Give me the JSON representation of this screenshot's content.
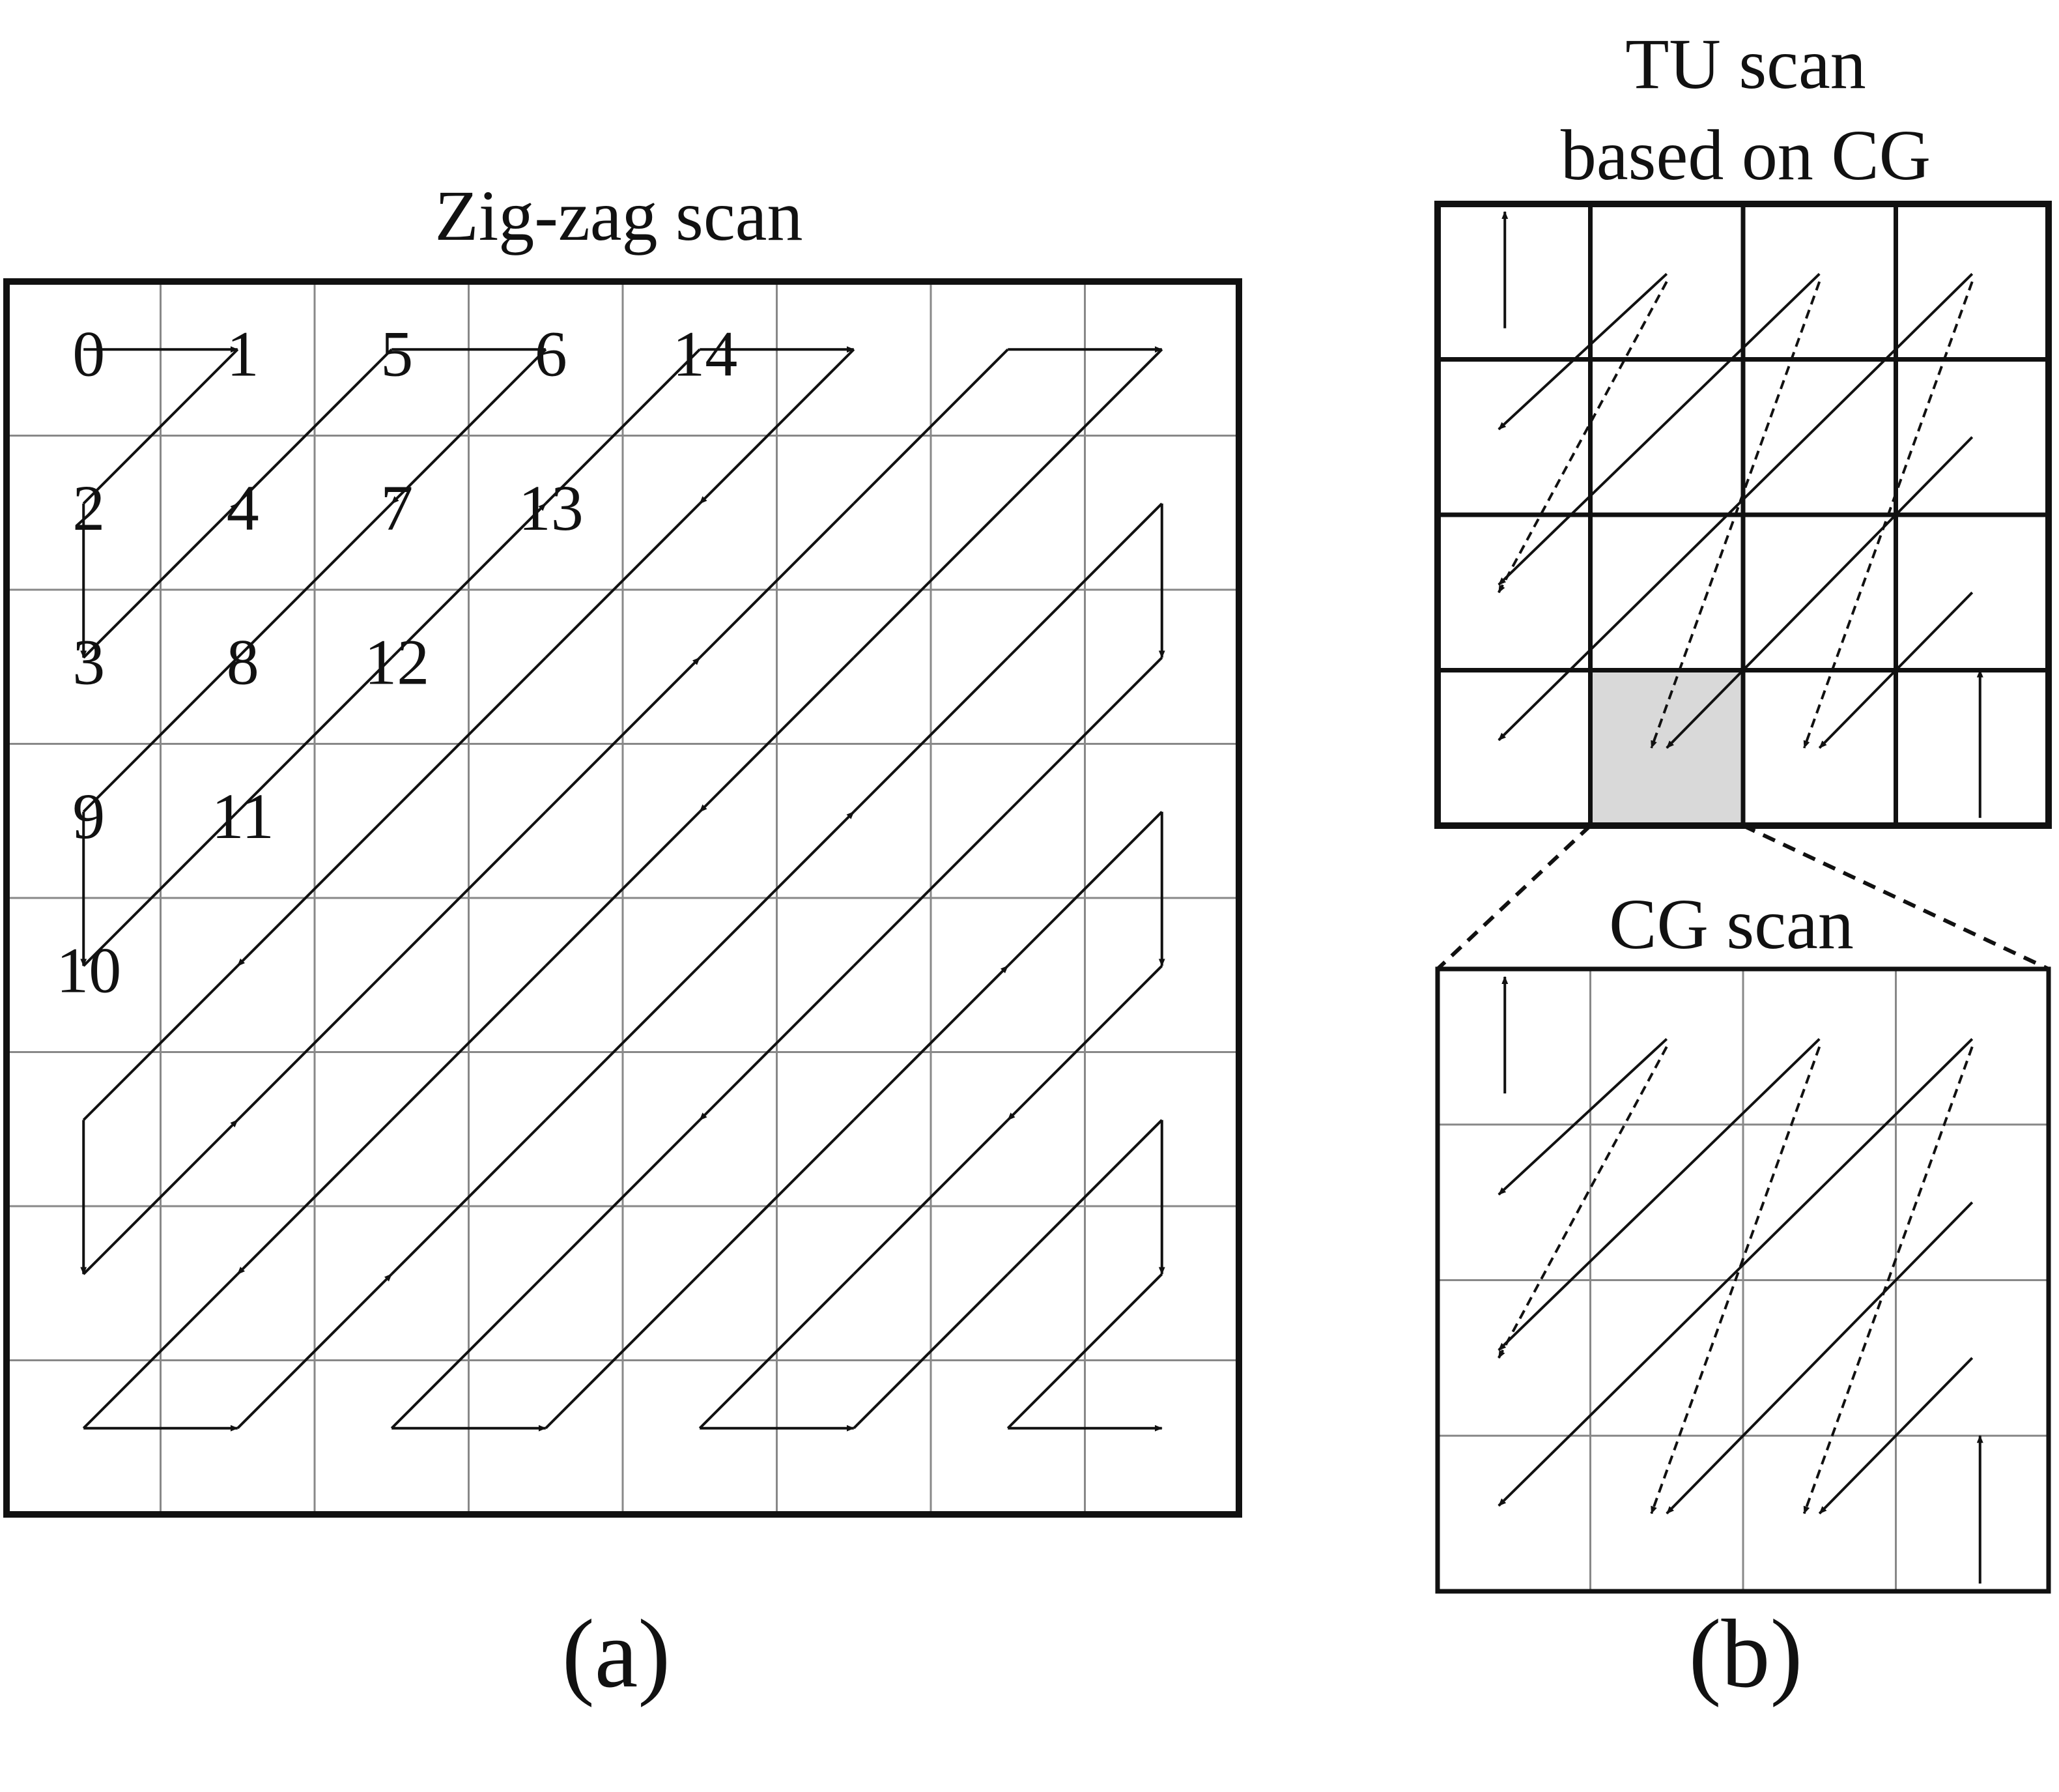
{
  "panel_a": {
    "title": "Zig-zag scan",
    "caption": "(a)",
    "grid_size": 8,
    "scan_order": [
      "0",
      "1",
      "2",
      "3",
      "4",
      "5",
      "6",
      "7",
      "8",
      "9",
      "10",
      "11",
      "12",
      "13",
      "14"
    ]
  },
  "panel_b": {
    "title_line1": "TU scan",
    "title_line2": "based on CG",
    "zoom_title": "CG scan",
    "caption": "(b)",
    "grid_size": 4,
    "highlighted_group": "row 4, column 2"
  },
  "colors": {
    "line": "#111111",
    "thin_grid": "#888888",
    "highlight": "#d9d9d9"
  }
}
